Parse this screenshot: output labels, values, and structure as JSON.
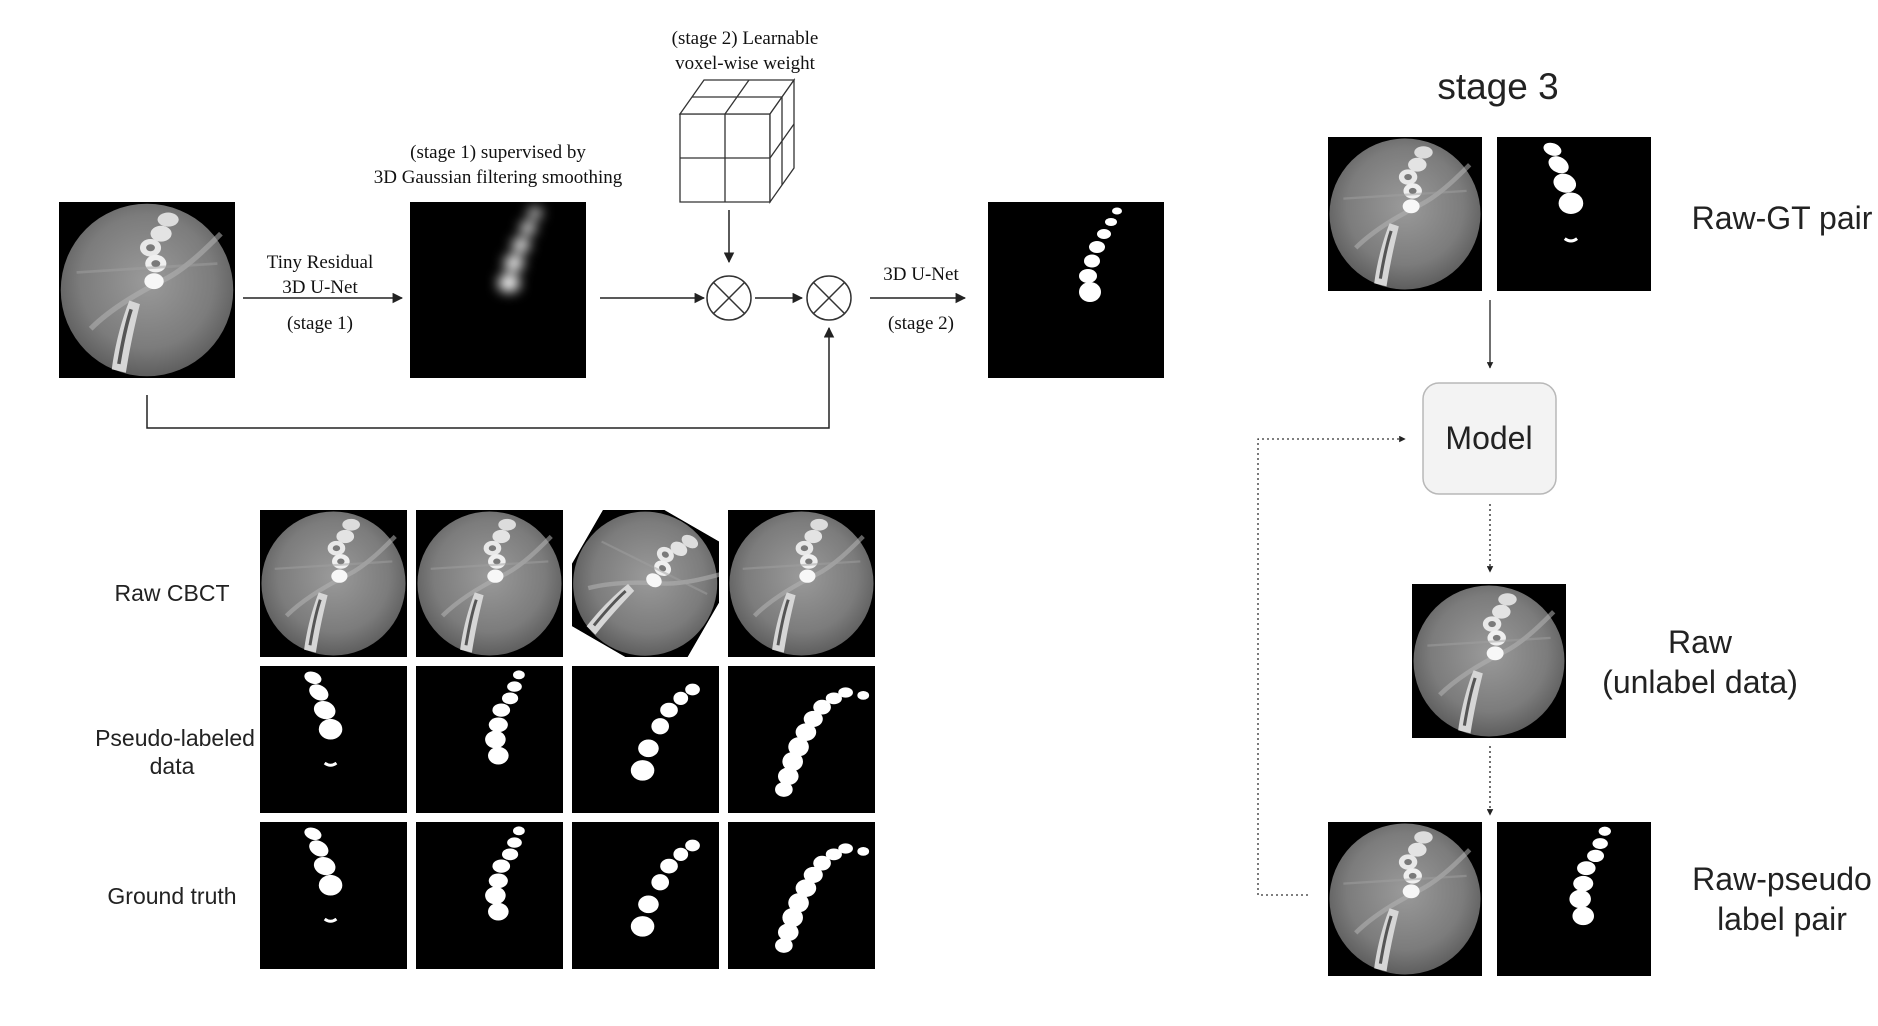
{
  "pipeline": {
    "stage2_weight_label_line1": "(stage 2) Learnable",
    "stage2_weight_label_line2": "voxel-wise weight",
    "stage1_supervision_line1": "(stage 1) supervised by",
    "stage1_supervision_line2": "3D Gaussian filtering smoothing",
    "stage1_net_line1": "Tiny Residual",
    "stage1_net_line2": "3D U-Net",
    "stage1_net_line3": "(stage 1)",
    "stage2_net_line1": "3D U-Net",
    "stage2_net_line2": "(stage 2)"
  },
  "grid": {
    "row_labels": {
      "raw": "Raw CBCT",
      "pseudo_line1": "Pseudo-labeled",
      "pseudo_line2": "data",
      "gt": "Ground truth"
    }
  },
  "stage3": {
    "title": "stage 3",
    "raw_gt_label": "Raw-GT pair",
    "model_label": "Model",
    "raw_label_line1": "Raw",
    "raw_label_line2": "(unlabel data)",
    "pseudo_pair_line1": "Raw-pseudo",
    "pseudo_pair_line2": "label pair"
  },
  "colors": {
    "ct_background": "#000000",
    "ct_tissue": "#8a8a8a",
    "model_box_fill": "#f3f3f3",
    "model_box_stroke": "#b8b8b8"
  }
}
